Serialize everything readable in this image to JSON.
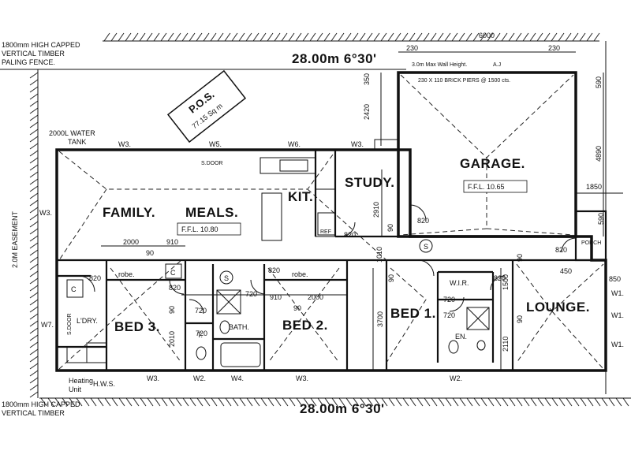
{
  "boundary": {
    "top_dimension": "28.00m  6°30'",
    "bottom_dimension": "28.00m  6°30'",
    "fence_top": [
      "1800mm HIGH CAPPED",
      "VERTICAL TIMBER",
      "PALING FENCE."
    ],
    "fence_bottom": [
      "1800mm HIGH CAPPED",
      "VERTICAL TIMBER"
    ],
    "easement": "2.0M EASEMENT",
    "pos_title": "P.O.S.",
    "pos_area": "77.15 Sq m",
    "water_tank": [
      "2000L WATER",
      "TANK"
    ]
  },
  "garage": {
    "name": "GARAGE.",
    "ffl": "F.F.L. 10.65",
    "wall_note": "3.0m Max Wall Height.",
    "piers_note": "230 X 110 BRICK PIERS @ 1500 cts.",
    "width": "6000",
    "offset_left": "230",
    "offset_right": "230"
  },
  "rooms": {
    "family": "FAMILY.",
    "meals": "MEALS.",
    "kitchen": "KIT.",
    "study": "STUDY.",
    "bed1": "BED 1.",
    "bed2": "BED 2.",
    "bed3": "BED 3.",
    "lounge": "LOUNGE.",
    "bath": "BATH.",
    "laundry": "L'DRY.",
    "ensuite": "EN.",
    "toilet": "T.",
    "robe1": "robe.",
    "robe2": "robe.",
    "wir": "W.I.R.",
    "porch": "PORCH",
    "linen": "C",
    "laundry_cupboard": "C",
    "fridge": "REF",
    "house_ffl": "F.F.L. 10.80",
    "heating_unit": [
      "Heating",
      "Unit"
    ],
    "hws": "H.W.S.",
    "smoke": "S"
  },
  "doors": {
    "sliding_family": "S.DOOR",
    "sliding_laundry": "S.DOOR"
  },
  "windows": {
    "top": [
      "W3.",
      "W5.",
      "W6.",
      "W3."
    ],
    "left": [
      "W3.",
      "W7."
    ],
    "bottom": [
      "W3.",
      "W2.",
      "W4.",
      "W3.",
      "W2."
    ],
    "right": [
      "W1.",
      "W1.",
      "W1."
    ]
  },
  "dimensions": {
    "d350": "350",
    "d2420": "2420",
    "d4890": "4890",
    "d1850": "1850",
    "d590": "590",
    "d590b": "590",
    "d2910": "2910",
    "d90a": "90",
    "d820a": "820",
    "d820b": "820",
    "d1010": "1010",
    "d2000a": "2000",
    "d910a": "910",
    "d90b": "90",
    "d820c": "820",
    "d820d": "820",
    "d820e": "820",
    "d910b": "910",
    "d90c": "90",
    "d2000b": "2000",
    "d720a": "720",
    "d720b": "720",
    "d720c": "720",
    "d720d": "720",
    "d720e": "720",
    "d2010": "2010",
    "d90d": "90",
    "d3700": "3700",
    "d90e": "90",
    "d1500": "1500",
    "d90f": "90",
    "d2110": "2110",
    "d90g": "90",
    "d450": "450",
    "d850": "850",
    "d820f": "820",
    "d820g": "820",
    "aj": "A.J"
  }
}
